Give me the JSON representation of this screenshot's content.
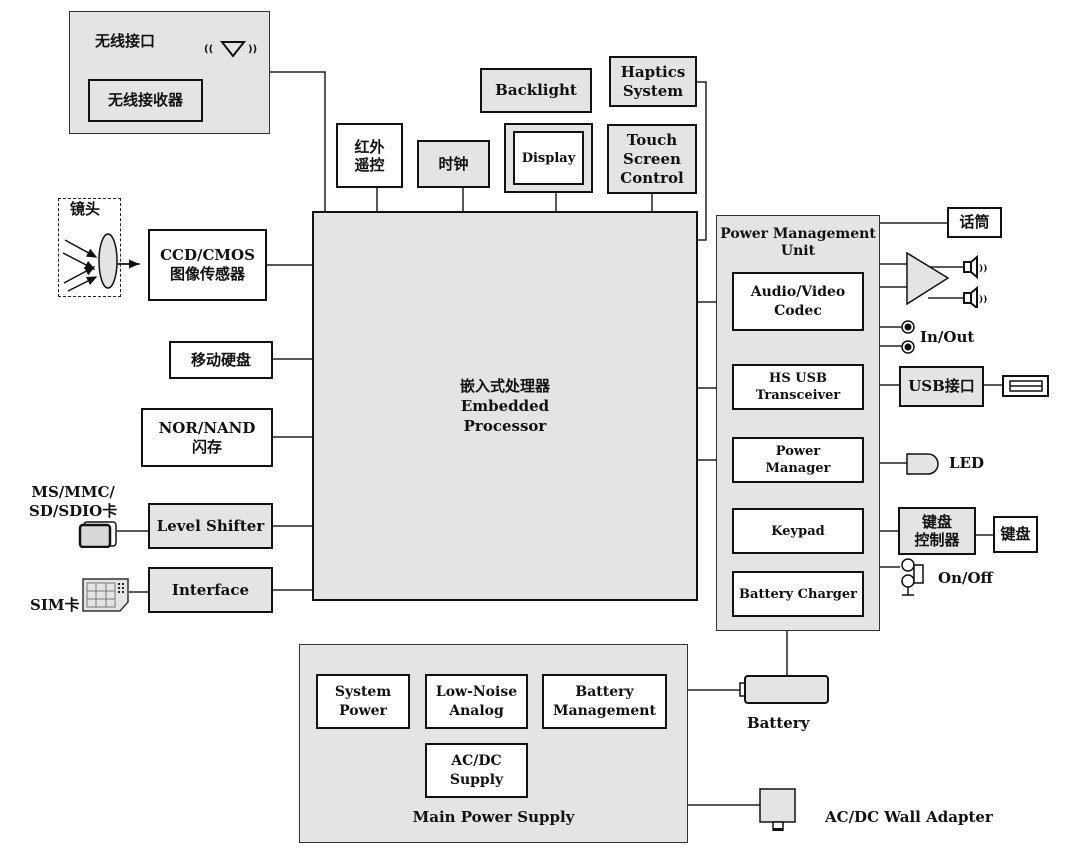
{
  "diagram": {
    "wireless": {
      "title": "无线接口",
      "receiver": "无线接收器"
    },
    "top": {
      "ir": "红外\n遥控",
      "clock": "时钟",
      "backlight": "Backlight",
      "display": "Display",
      "haptics": "Haptics\nSystem",
      "touch": "Touch\nScreen\nControl"
    },
    "left": {
      "lens": "镜头",
      "sensor": "CCD/CMOS\n图像传感器",
      "hdd": "移动硬盘",
      "flash": "NOR/NAND\n闪存",
      "card_label": "MS/MMC/\nSD/SDIO卡",
      "level_shifter": "Level  Shifter",
      "sim_label": "SIM卡",
      "interface": "Interface"
    },
    "processor": "嵌入式处理器\nEmbedded\nProcessor",
    "pmu": {
      "title": "Power  Management\nUnit",
      "codec": "Audio/Video\nCodec",
      "usb": "HS  USB\nTransceiver",
      "power_manager": "Power\nManager",
      "keypad": "Keypad",
      "charger": "Battery  Charger"
    },
    "right": {
      "mic": "话筒",
      "inout": "In/Out",
      "usb_port": "USB接口",
      "led": "LED",
      "kbd_ctrl": "键盘\n控制器",
      "kbd": "键盘",
      "onoff": "On/Off"
    },
    "power": {
      "title": "Main  Power  Supply",
      "system_power": "System\nPower",
      "low_noise": "Low-Noise\nAnalog",
      "battery_mgmt": "Battery\nManagement",
      "acdc": "AC/DC\nSupply",
      "battery": "Battery",
      "adapter": "AC/DC  Wall  Adapter"
    }
  }
}
